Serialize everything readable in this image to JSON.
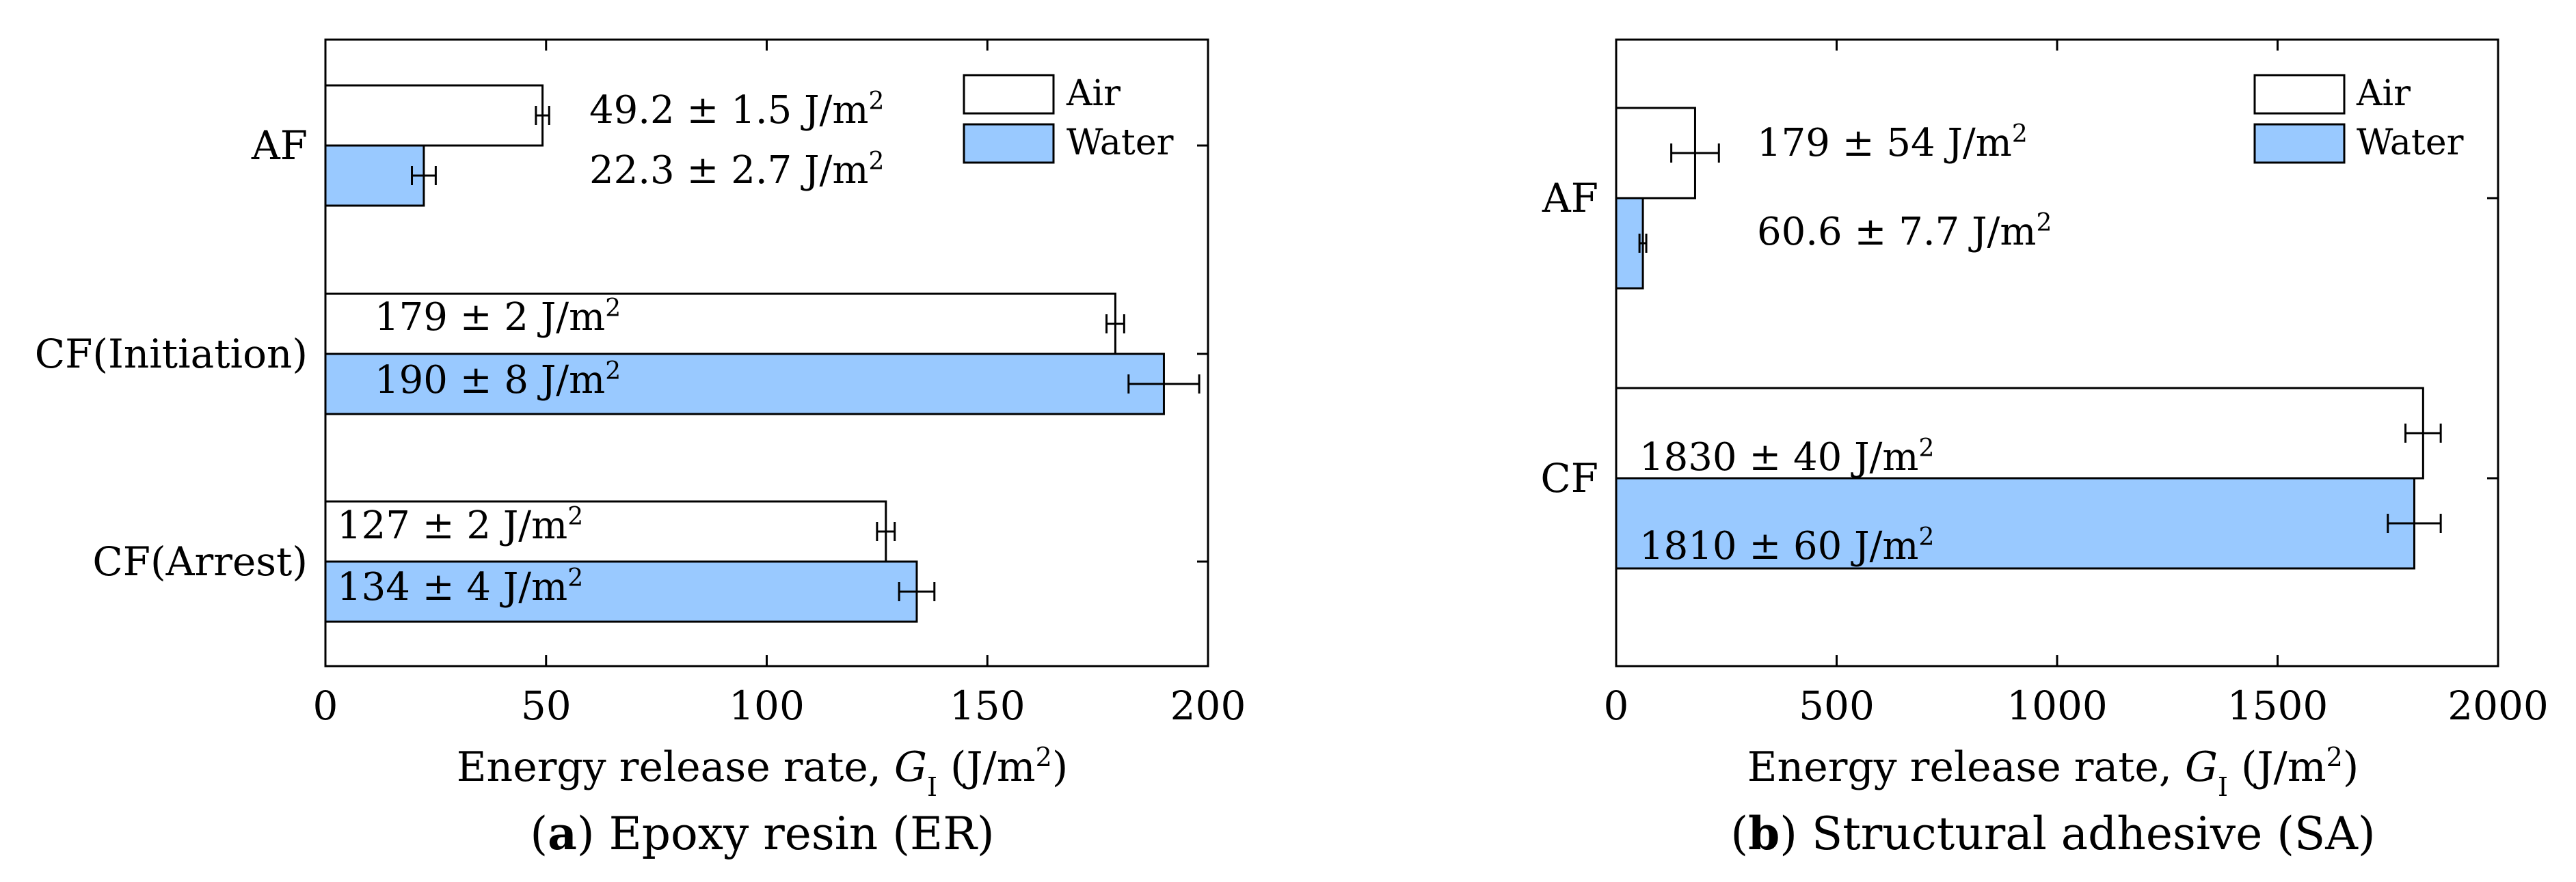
{
  "chart_data": [
    {
      "type": "bar",
      "orientation": "horizontal",
      "panel_label": "a",
      "caption": "Epoxy resin (ER)",
      "xlabel_prefix": "Energy release rate,",
      "xlabel_symbol": "G",
      "xlabel_subscript": "I",
      "xlabel_units": "(J/m",
      "xlabel_units_close": ")",
      "xlim": [
        0,
        200
      ],
      "xticks": [
        0,
        50,
        100,
        150,
        200
      ],
      "categories": [
        "AF",
        "CF(Initiation)",
        "CF(Arrest)"
      ],
      "series": [
        {
          "name": "Air",
          "values": [
            49.2,
            179,
            127
          ],
          "errors": [
            1.5,
            2,
            2
          ]
        },
        {
          "name": "Water",
          "values": [
            22.3,
            190,
            134
          ],
          "errors": [
            2.7,
            8,
            4
          ]
        }
      ],
      "annotations": [
        [
          "49.2 ± 1.5 J/m",
          "22.3 ± 2.7 J/m"
        ],
        [
          "179 ± 2 J/m",
          "190 ± 8 J/m"
        ],
        [
          "127 ± 2 J/m",
          "134 ± 4 J/m"
        ]
      ],
      "legend": "top-right"
    },
    {
      "type": "bar",
      "orientation": "horizontal",
      "panel_label": "b",
      "caption": "Structural adhesive (SA)",
      "xlabel_prefix": "Energy release rate,",
      "xlabel_symbol": "G",
      "xlabel_subscript": "I",
      "xlabel_units": "(J/m",
      "xlabel_units_close": ")",
      "xlim": [
        0,
        2000
      ],
      "xticks": [
        0,
        500,
        1000,
        1500,
        2000
      ],
      "categories": [
        "AF",
        "CF"
      ],
      "series": [
        {
          "name": "Air",
          "values": [
            179,
            1830
          ],
          "errors": [
            54,
            40
          ]
        },
        {
          "name": "Water",
          "values": [
            60.6,
            1810
          ],
          "errors": [
            7.7,
            60
          ]
        }
      ],
      "annotations": [
        [
          "179 ± 54 J/m",
          "60.6 ± 7.7 J/m"
        ],
        [
          "1830 ± 40 J/m",
          "1810 ± 60 J/m"
        ]
      ],
      "legend": "top-right"
    }
  ],
  "superscript": "2",
  "colors": {
    "air": "#ffffff",
    "water": "#99c9ff",
    "axis": "#000000"
  }
}
